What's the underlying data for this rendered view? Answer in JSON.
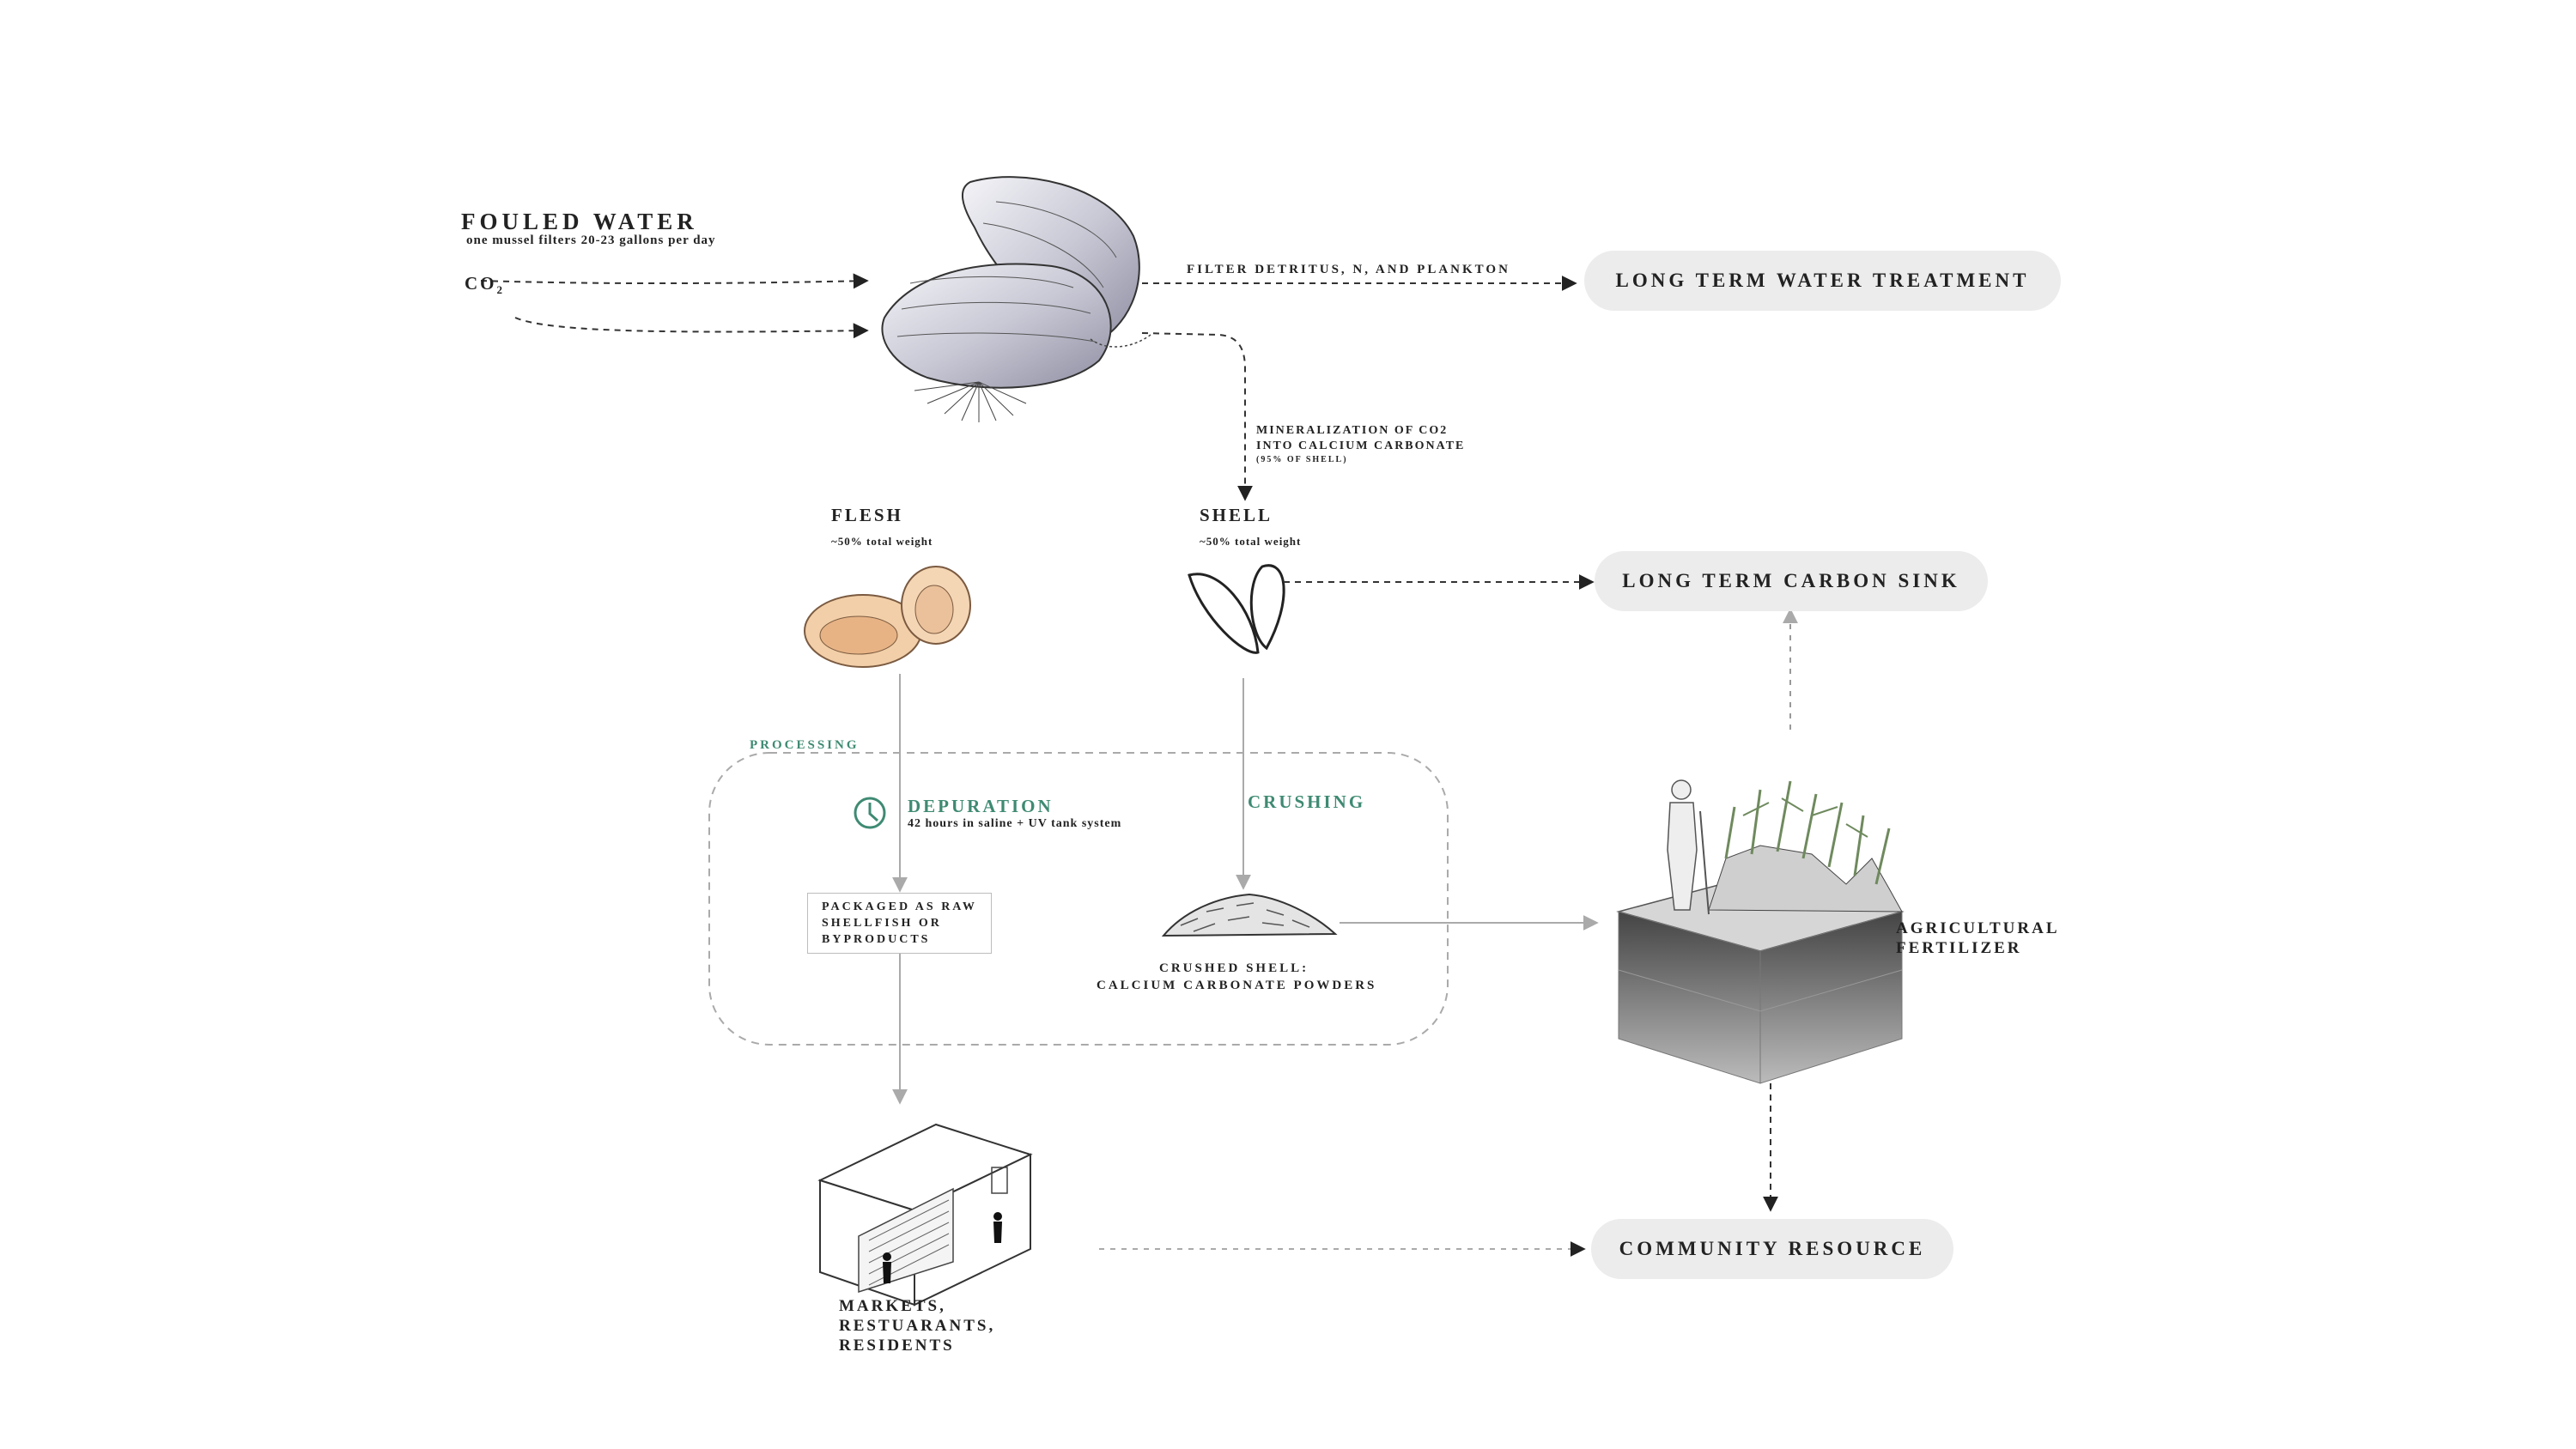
{
  "inputs": {
    "fouled_water_title": "FOULED WATER",
    "fouled_water_note": "one mussel filters 20-23 gallons per day",
    "co2_label": "CO",
    "co2_subscript": "2"
  },
  "flows": {
    "filter_label": "FILTER DETRITUS, N, AND PLANKTON",
    "mineralization_line1": "MINERALIZATION OF CO2",
    "mineralization_line2": "INTO CALCIUM CARBONATE",
    "mineralization_note": "(95% OF SHELL)"
  },
  "outputs": {
    "water_treatment": "LONG TERM WATER TREATMENT",
    "carbon_sink": "LONG TERM CARBON SINK",
    "community_resource": "COMMUNITY RESOURCE"
  },
  "flesh": {
    "title": "FLESH",
    "weight": "~50% total weight"
  },
  "shell": {
    "title": "SHELL",
    "weight": "~50% total weight"
  },
  "processing": {
    "label": "PROCESSING",
    "depuration_title": "DEPURATION",
    "depuration_note": "42 hours in saline + UV tank system",
    "crushing_title": "CRUSHING",
    "packaged_label": "PACKAGED AS RAW\nSHELLFISH OR\nBYPRODUCTS",
    "crushed_label_line1": "CRUSHED SHELL:",
    "crushed_label_line2": "CALCIUM CARBONATE POWDERS"
  },
  "destinations": {
    "markets_label": "MARKETS,\nRESTUARANTS,\nRESIDENTS",
    "fertilizer_label": "AGRICULTURAL\nFERTILIZER"
  },
  "colors": {
    "processing_green": "#3f8a73",
    "pill_fill": "#ececec",
    "flesh_tint": "#f2cfa8"
  }
}
